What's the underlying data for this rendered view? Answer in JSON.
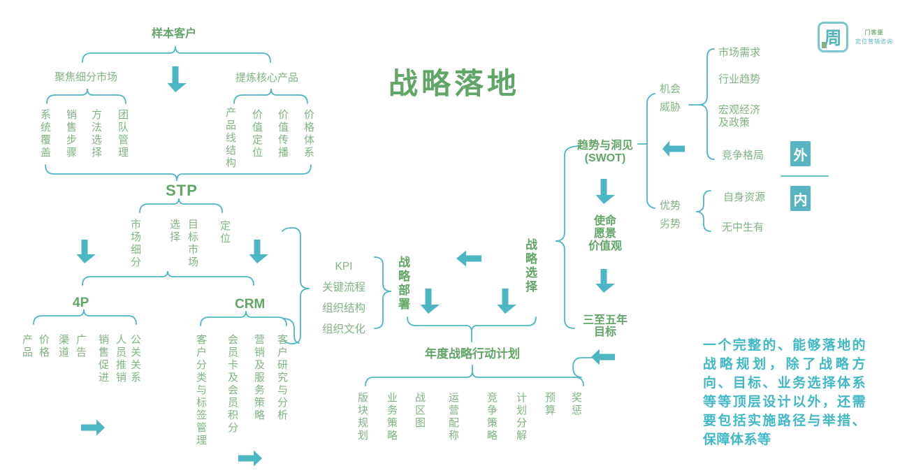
{
  "title": "战略落地",
  "colors": {
    "green_bold": "#60a665",
    "green_item": "#7fb482",
    "teal": "#4db6c4",
    "note_teal": "#41b8c8"
  },
  "logo": {
    "mark": "周",
    "line1": "门客堡",
    "line2": "定位营销咨询"
  },
  "left": {
    "sample_customer": "样本客户",
    "focus_segment": "聚焦细分市场",
    "refine_product": "提炼核心产品",
    "focus_items": [
      "系统覆盖",
      "销售步骤",
      "方法选择",
      "团队管理"
    ],
    "product_items": [
      "产品线结构",
      "价值定位",
      "价值传播",
      "价格体系"
    ],
    "stp": "STP",
    "stp_items": [
      "市场细分",
      "选择\n目标市场",
      "定位"
    ],
    "p4": "4P",
    "p4_items": [
      "产品",
      "价格",
      "渠道",
      "广告",
      "销售促进",
      "人员推销",
      "公关关系"
    ],
    "crm": "CRM",
    "crm_items": [
      "客户分类与标签管理",
      "会员卡及会员积分",
      "营销及服务策略",
      "客户研究与分析"
    ]
  },
  "center": {
    "kpi_items": [
      "KPI",
      "关键流程",
      "组织结构",
      "组织文化"
    ],
    "deploy": "战略部署",
    "choice": "战略选择",
    "annual_plan": "年度战略行动计划",
    "annual_items": [
      "版块规划",
      "业务策略",
      "战区图",
      "运营配称",
      "竞争策略",
      "计划分解",
      "预算",
      "奖惩"
    ]
  },
  "right": {
    "swot_title": "趋势与洞见\n(SWOT)",
    "opp_threat": "机会\n威胁",
    "strength_weak": "优势\n劣势",
    "external_items": [
      "市场需求",
      "行业趋势",
      "宏观经济\n及政策",
      "竞争格局"
    ],
    "internal_items": [
      "自身资源",
      "无中生有"
    ],
    "external_label": "外",
    "internal_label": "内",
    "mission": "使命\n愿景\n价值观",
    "goal": "三至五年\n目标"
  },
  "note": "一个完整的、能够落地的战略规划，除了战略方向、目标、业务选择体系等等顶层设计以外，还需要包括实施路径与举措、保障体系等"
}
